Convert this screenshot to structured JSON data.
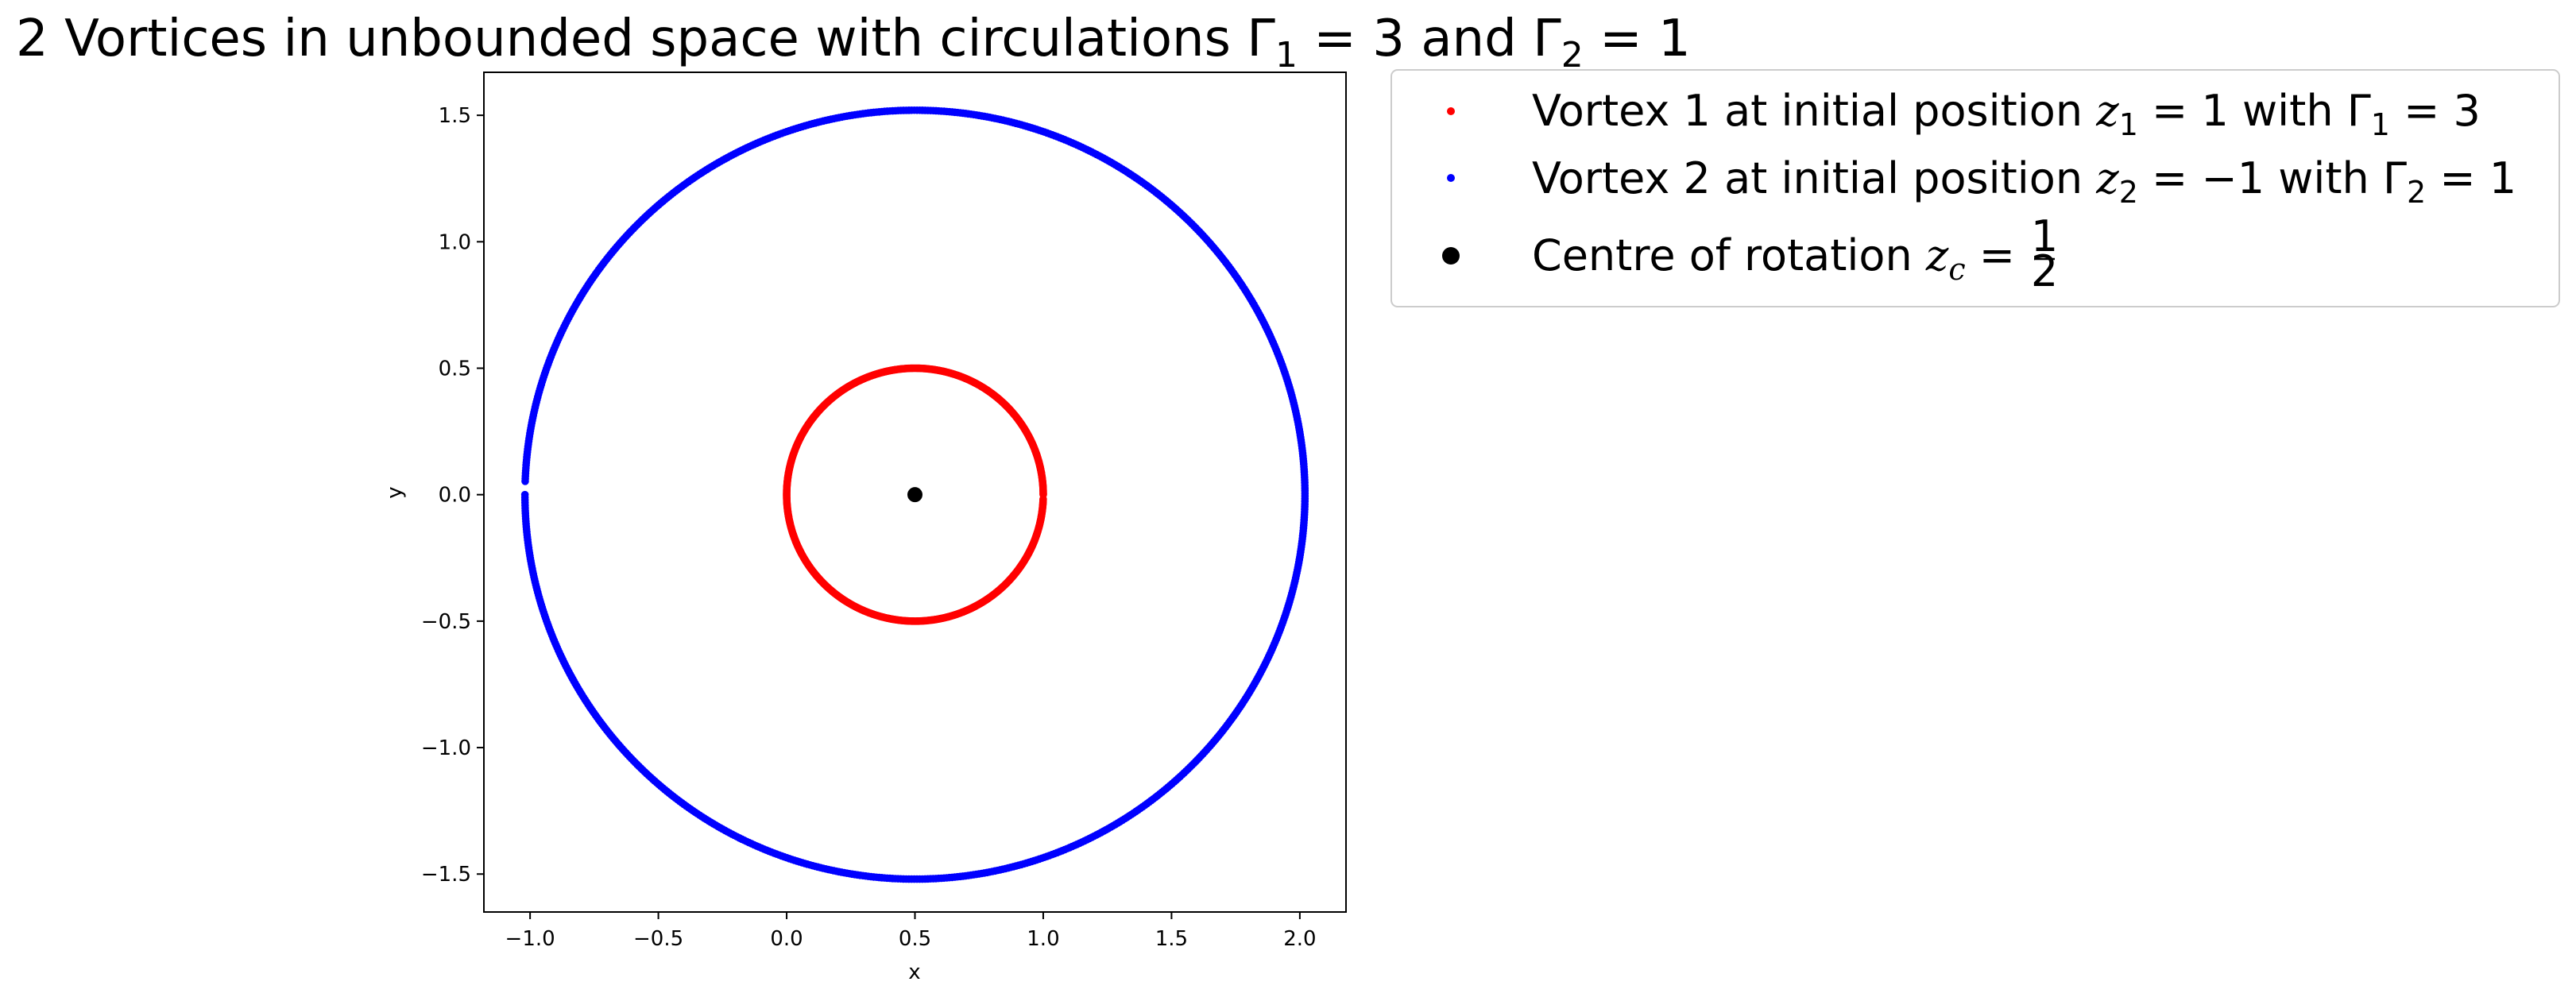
{
  "chart_data": {
    "type": "scatter",
    "title": {
      "prefix": "2 Vortices in unbounded space with circulations ",
      "g1_symbol": "Γ",
      "g1_sub": "1",
      "g1_eq": " = 3 and ",
      "g2_symbol": "Γ",
      "g2_sub": "2",
      "g2_eq": " = 1"
    },
    "xlabel": "x",
    "ylabel": "y",
    "xlim": [
      -1.18,
      2.18
    ],
    "ylim": [
      -1.65,
      1.67
    ],
    "xticks": [
      -1.0,
      -0.5,
      0.0,
      0.5,
      1.0,
      1.5,
      2.0
    ],
    "xtick_labels": [
      "−1.0",
      "−0.5",
      "0.0",
      "0.5",
      "1.0",
      "1.5",
      "2.0"
    ],
    "yticks": [
      -1.5,
      -1.0,
      -0.5,
      0.0,
      0.5,
      1.0,
      1.5
    ],
    "ytick_labels": [
      "−1.5",
      "−1.0",
      "−0.5",
      "0.0",
      "0.5",
      "1.0",
      "1.5"
    ],
    "grid": false,
    "legend_position": "outside-top-right",
    "series": [
      {
        "name": "Vortex 1 at initial position z1 = 1 with Γ1 = 3",
        "color": "#ff0000",
        "marker": "dot",
        "trajectory": {
          "center": [
            0.5,
            0.0
          ],
          "radius": 0.5,
          "start_angle_deg": 0,
          "sweep_deg": 358
        },
        "legend": {
          "pre": "Vortex 1 at initial position ",
          "var": "z",
          "var_sub": "1",
          "eq": " = 1 with ",
          "g": "Γ",
          "g_sub": "1",
          "g_eq": " = 3"
        }
      },
      {
        "name": "Vortex 2 at initial position z2 = −1 with Γ2 = 1",
        "color": "#0000ff",
        "marker": "dot",
        "trajectory": {
          "center": [
            0.5,
            0.0
          ],
          "radius": 1.52,
          "start_angle_deg": 180,
          "sweep_deg": 358
        },
        "legend": {
          "pre": "Vortex 2 at initial position ",
          "var": "z",
          "var_sub": "2",
          "eq": " = −1 with ",
          "g": "Γ",
          "g_sub": "2",
          "g_eq": " = 1"
        }
      },
      {
        "name": "Centre of rotation zc = 1/2",
        "color": "#000000",
        "marker": "large-dot",
        "points": [
          [
            0.5,
            0.0
          ]
        ],
        "legend": {
          "pre": "Centre of rotation ",
          "var": "z",
          "var_sub": "c",
          "eq": " = ",
          "frac_num": "1",
          "frac_den": "2"
        }
      }
    ]
  }
}
